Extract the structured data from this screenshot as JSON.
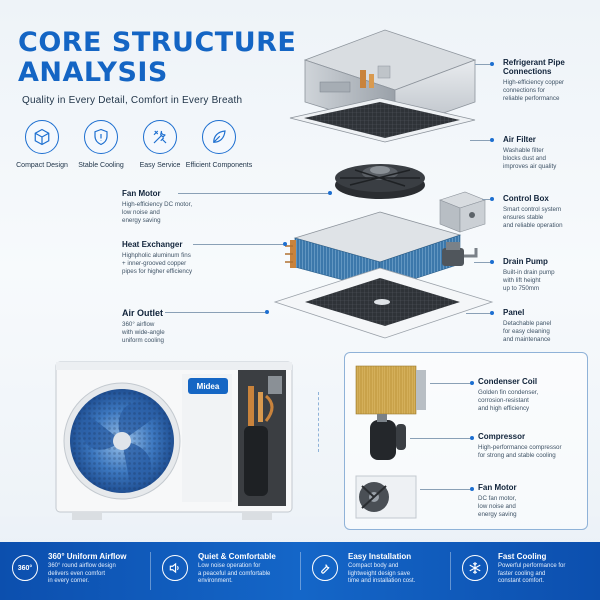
{
  "header": {
    "title_line1": "CORE STRUCTURE",
    "title_line2": "ANALYSIS",
    "subtitle": "Quality in Every Detail, Comfort in Every Breath"
  },
  "features": [
    {
      "label": "Compact Design",
      "icon": "cube-icon"
    },
    {
      "label": "Stable Cooling",
      "icon": "shield-icon"
    },
    {
      "label": "Easy Service",
      "icon": "tools-icon"
    },
    {
      "label": "Efficient Components",
      "icon": "leaf-icon"
    }
  ],
  "left_callouts": [
    {
      "title": "Fan Motor",
      "desc": [
        "High-efficiency DC motor,",
        "low noise and",
        "energy saving"
      ]
    },
    {
      "title": "Heat Exchanger",
      "desc": [
        "Highpholic aluminum fins",
        "+ inner-grooved copper",
        "pipes for higher efficiency"
      ]
    },
    {
      "title": "Air Outlet",
      "desc": [
        "360° airflow",
        "with wide-angle",
        "uniform cooling"
      ]
    }
  ],
  "right_callouts": [
    {
      "title": "Refrigerant Pipe Connections",
      "title_lines": [
        "Refrigerant Pipe",
        "Connections"
      ],
      "desc": [
        "High-efficiency copper",
        "connections for",
        "reliable performance"
      ]
    },
    {
      "title": "Air Filter",
      "desc": [
        "Washable filter",
        "blocks dust and",
        "improves air quality"
      ]
    },
    {
      "title": "Control Box",
      "desc": [
        "Smart control system",
        "ensures stable",
        "and reliable operation"
      ]
    },
    {
      "title": "Drain Pump",
      "desc": [
        "Built-in drain pump",
        "with lift height",
        "up to 750mm"
      ]
    },
    {
      "title": "Panel",
      "desc": [
        "Detachable panel",
        "for easy cleaning",
        "and maintenance"
      ]
    }
  ],
  "outdoor_callouts": [
    {
      "title": "Condenser Coil",
      "desc": [
        "Golden fin condenser,",
        "corrosion-resistant",
        "and high efficiency"
      ]
    },
    {
      "title": "Compressor",
      "desc": [
        "High-performance compressor",
        "for strong and stable cooling"
      ]
    },
    {
      "title": "Fan Motor",
      "desc": [
        "DC fan motor,",
        "low noise and",
        "energy saving"
      ]
    }
  ],
  "brand": {
    "logo_text": "Midea"
  },
  "bottom_features": [
    {
      "title": "360° Uniform Airflow",
      "badge": "360°",
      "icon": "airflow-icon",
      "desc": [
        "360° round airflow design",
        "delivers even comfort",
        "in every corner."
      ]
    },
    {
      "title": "Quiet & Comfortable",
      "icon": "speaker-icon",
      "desc": [
        "Low noise operation for",
        "a peaceful and comfortable",
        "environment."
      ]
    },
    {
      "title": "Easy Installation",
      "icon": "wrench-icon",
      "desc": [
        "Compact body and",
        "lightweight design save",
        "time and installation cost."
      ]
    },
    {
      "title": "Fast Cooling",
      "icon": "snowflake-icon",
      "desc": [
        "Powerful performance for",
        "faster cooling and",
        "constant comfort."
      ]
    }
  ],
  "colors": {
    "accent": "#1465c4",
    "bar": "#0c4fae",
    "coil": "#c9a24a"
  }
}
